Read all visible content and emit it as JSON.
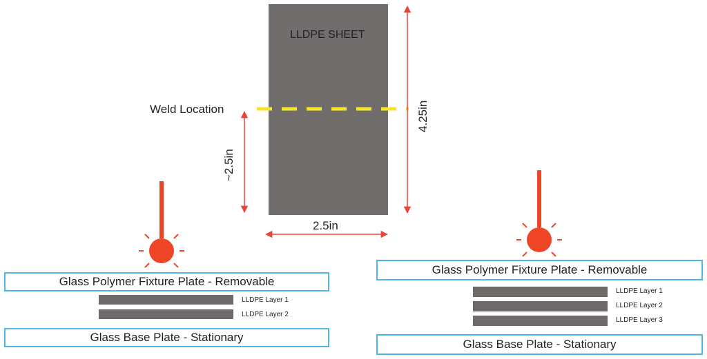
{
  "sheet": {
    "title": "LLDPE SHEET",
    "weld_label": "Weld Location",
    "dim_height": "4.25in",
    "dim_weld": "~2.5in",
    "dim_width": "2.5in"
  },
  "setup_left": {
    "fixture_label": "Glass Polymer Fixture Plate - Removable",
    "base_label": "Glass Base Plate - Stationary",
    "layers": [
      "LLDPE Layer 1",
      "LLDPE Layer 2"
    ]
  },
  "setup_right": {
    "fixture_label": "Glass Polymer Fixture Plate - Removable",
    "base_label": "Glass Base Plate - Stationary",
    "layers": [
      "LLDPE Layer 1",
      "LLDPE Layer 2",
      "LLDPE Layer 3"
    ]
  },
  "colors": {
    "sheet": "#716d6c",
    "weld_line": "#f5e62a",
    "dimension": "#e8463c",
    "probe": "#ef4527",
    "plate_border": "#4db8e6"
  }
}
